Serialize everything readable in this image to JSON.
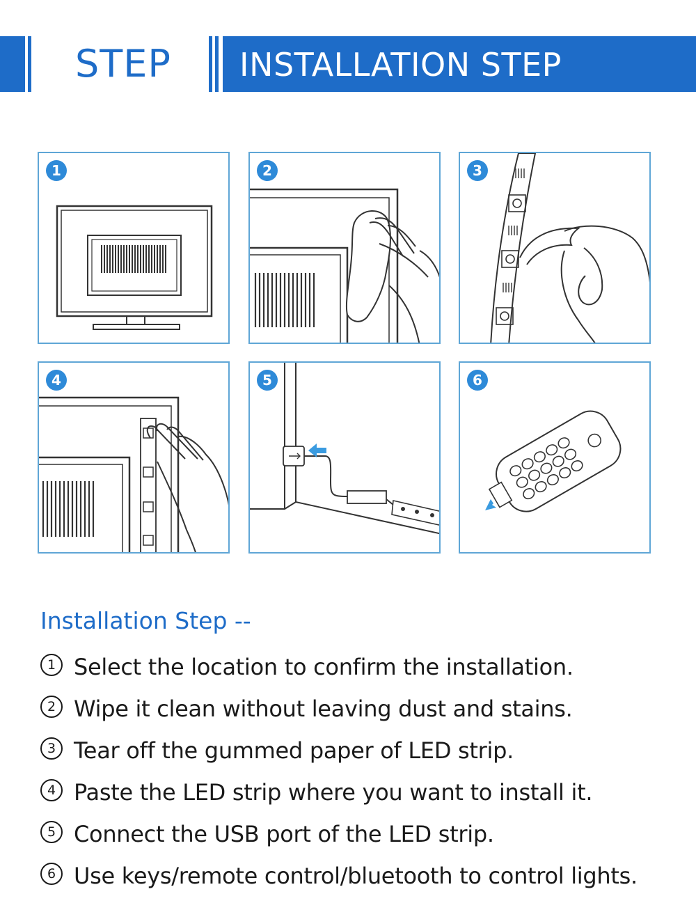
{
  "header": {
    "step_label": "STEP",
    "title": "INSTALLATION STEP"
  },
  "panels": [
    {
      "num": "1",
      "icon": "tv-monitor-icon"
    },
    {
      "num": "2",
      "icon": "wipe-hand-icon"
    },
    {
      "num": "3",
      "icon": "peel-strip-icon"
    },
    {
      "num": "4",
      "icon": "paste-strip-icon"
    },
    {
      "num": "5",
      "icon": "usb-connect-icon"
    },
    {
      "num": "6",
      "icon": "remote-control-icon"
    }
  ],
  "instructions": {
    "title": "Installation Step --",
    "steps": [
      {
        "num": "1",
        "text": "Select the location to confirm the installation."
      },
      {
        "num": "2",
        "text": "Wipe it clean without leaving dust and stains."
      },
      {
        "num": "3",
        "text": "Tear off the gummed paper of LED strip."
      },
      {
        "num": "4",
        "text": "Paste the LED strip where you want to install it."
      },
      {
        "num": "5",
        "text": "Connect the USB port of the LED strip."
      },
      {
        "num": "6",
        "text": "Use keys/remote control/bluetooth to control lights."
      }
    ]
  },
  "colors": {
    "brand_blue": "#1e6cc8",
    "panel_border": "#5fa6d6",
    "badge_blue": "#2e8ad8",
    "arrow_blue": "#3a9be0"
  }
}
